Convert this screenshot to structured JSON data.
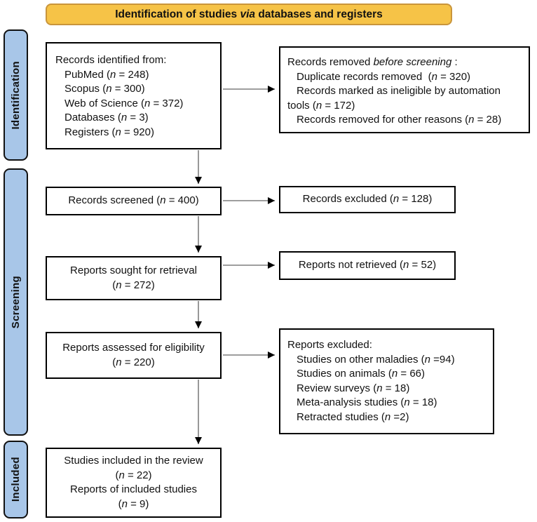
{
  "banner": {
    "lines": [
      {
        "segments": [
          {
            "text": "Identification of studies "
          },
          {
            "text": "via",
            "italic": true
          },
          {
            "text": " databases and registers"
          }
        ]
      }
    ]
  },
  "stages": {
    "identification": "Identification",
    "screening": "Screening",
    "included": "Included"
  },
  "boxes": {
    "identified": {
      "lines": [
        {
          "segments": [
            {
              "text": "Records identified from:"
            }
          ]
        },
        {
          "indent": 1,
          "segments": [
            {
              "text": "PubMed ("
            },
            {
              "text": "n",
              "italic": true
            },
            {
              "text": " = 248)"
            }
          ]
        },
        {
          "indent": 1,
          "segments": [
            {
              "text": "Scopus ("
            },
            {
              "text": "n",
              "italic": true
            },
            {
              "text": " = 300)"
            }
          ]
        },
        {
          "indent": 1,
          "segments": [
            {
              "text": "Web of Science ("
            },
            {
              "text": "n",
              "italic": true
            },
            {
              "text": " = 372)"
            }
          ]
        },
        {
          "indent": 1,
          "segments": [
            {
              "text": "Databases ("
            },
            {
              "text": "n",
              "italic": true
            },
            {
              "text": " = 3)"
            }
          ]
        },
        {
          "indent": 1,
          "segments": [
            {
              "text": "Registers ("
            },
            {
              "text": "n",
              "italic": true
            },
            {
              "text": " = 920)"
            }
          ]
        }
      ]
    },
    "removed": {
      "lines": [
        {
          "segments": [
            {
              "text": "Records removed "
            },
            {
              "text": "before screening",
              "italic": true
            },
            {
              "text": " :"
            }
          ]
        },
        {
          "indent": 1,
          "segments": [
            {
              "text": "Duplicate records removed  ("
            },
            {
              "text": "n",
              "italic": true
            },
            {
              "text": " = 320)"
            }
          ]
        },
        {
          "indent": 1,
          "segments": [
            {
              "text": "Records marked as ineligible by automation"
            }
          ]
        },
        {
          "segments": [
            {
              "text": "tools ("
            },
            {
              "text": "n",
              "italic": true
            },
            {
              "text": " = 172)"
            }
          ]
        },
        {
          "indent": 1,
          "segments": [
            {
              "text": "Records removed for other reasons ("
            },
            {
              "text": "n",
              "italic": true
            },
            {
              "text": " = 28)"
            }
          ]
        }
      ]
    },
    "screened": {
      "lines": [
        {
          "segments": [
            {
              "text": "Records screened ("
            },
            {
              "text": "n",
              "italic": true
            },
            {
              "text": " = 400)"
            }
          ]
        }
      ]
    },
    "records_excluded": {
      "lines": [
        {
          "segments": [
            {
              "text": "Records excluded ("
            },
            {
              "text": "n",
              "italic": true
            },
            {
              "text": " = 128)"
            }
          ]
        }
      ]
    },
    "sought": {
      "lines": [
        {
          "segments": [
            {
              "text": "Reports sought for retrieval"
            }
          ]
        },
        {
          "segments": [
            {
              "text": "("
            },
            {
              "text": "n",
              "italic": true
            },
            {
              "text": " = 272)"
            }
          ]
        }
      ]
    },
    "not_retrieved": {
      "lines": [
        {
          "segments": [
            {
              "text": "Reports not retrieved ("
            },
            {
              "text": "n",
              "italic": true
            },
            {
              "text": " = 52)"
            }
          ]
        }
      ]
    },
    "assessed": {
      "lines": [
        {
          "segments": [
            {
              "text": "Reports assessed for eligibility"
            }
          ]
        },
        {
          "segments": [
            {
              "text": "("
            },
            {
              "text": "n",
              "italic": true
            },
            {
              "text": " = 220)"
            }
          ]
        }
      ]
    },
    "reports_excluded": {
      "lines": [
        {
          "segments": [
            {
              "text": "Reports excluded:"
            }
          ]
        },
        {
          "indent": 1,
          "segments": [
            {
              "text": "Studies on other maladies ("
            },
            {
              "text": "n",
              "italic": true
            },
            {
              "text": " =94)"
            }
          ]
        },
        {
          "indent": 1,
          "segments": [
            {
              "text": "Studies on animals ("
            },
            {
              "text": "n",
              "italic": true
            },
            {
              "text": " = 66)"
            }
          ]
        },
        {
          "indent": 1,
          "segments": [
            {
              "text": "Review surveys ("
            },
            {
              "text": "n",
              "italic": true
            },
            {
              "text": " = 18)"
            }
          ]
        },
        {
          "indent": 1,
          "segments": [
            {
              "text": "Meta-analysis studies ("
            },
            {
              "text": "n",
              "italic": true
            },
            {
              "text": " = 18)"
            }
          ]
        },
        {
          "indent": 1,
          "segments": [
            {
              "text": "Retracted studies ("
            },
            {
              "text": "n",
              "italic": true
            },
            {
              "text": " =2)"
            }
          ]
        }
      ]
    },
    "included": {
      "lines": [
        {
          "segments": [
            {
              "text": "Studies included in the review"
            }
          ]
        },
        {
          "segments": [
            {
              "text": "("
            },
            {
              "text": "n",
              "italic": true
            },
            {
              "text": " = 22)"
            }
          ]
        },
        {
          "segments": [
            {
              "text": "Reports of included studies"
            }
          ]
        },
        {
          "segments": [
            {
              "text": "("
            },
            {
              "text": "n",
              "italic": true
            },
            {
              "text": " = 9)"
            }
          ]
        }
      ]
    }
  },
  "colors": {
    "banner_fill": "#F6C347",
    "banner_border": "#C9953B",
    "stage_fill": "#A8C6E8",
    "stage_border": "#111111",
    "box_border": "#000000",
    "arrow_line": "#7f7f7f",
    "arrow_head": "#000000",
    "text": "#111111",
    "bg": "#ffffff"
  }
}
